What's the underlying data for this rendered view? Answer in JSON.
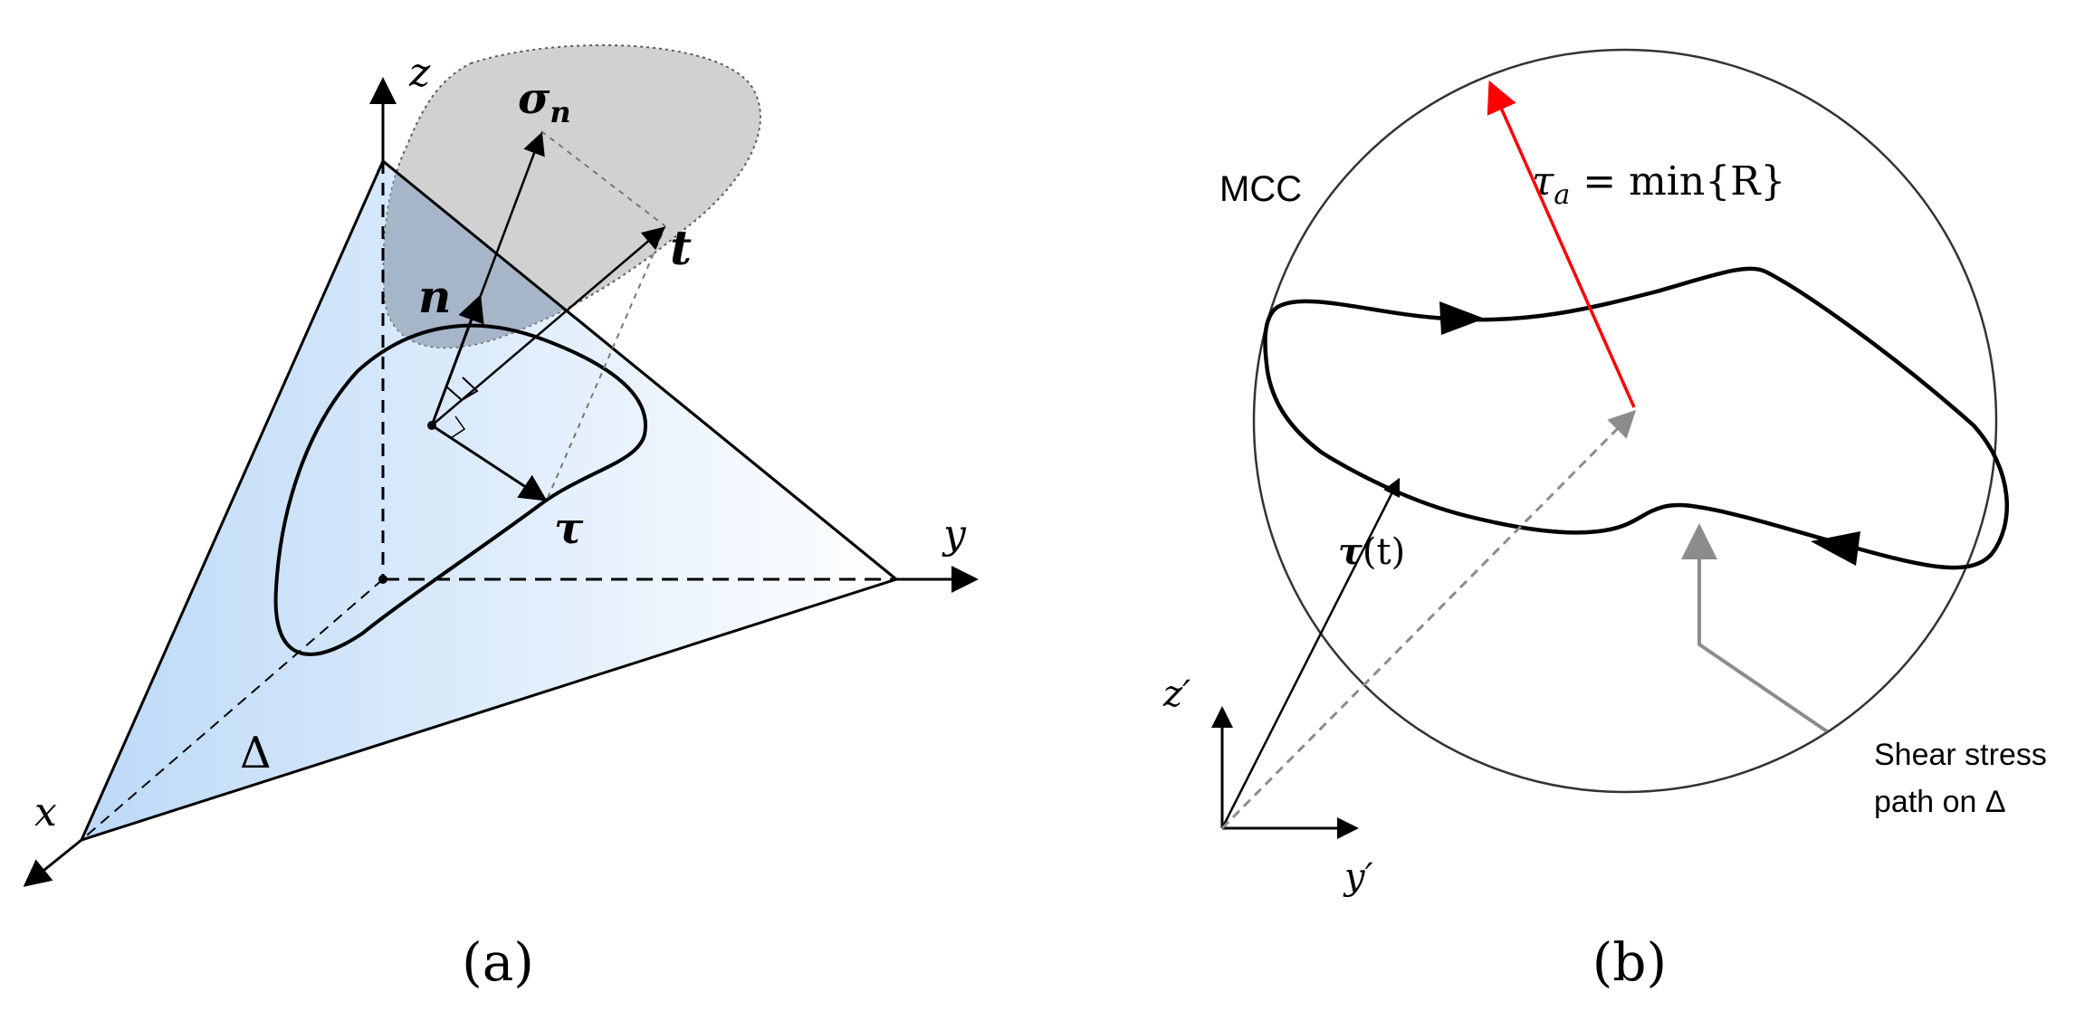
{
  "panel_a": {
    "axis_z": "z",
    "axis_y": "y",
    "axis_x": "x",
    "label_sigma": "σ",
    "label_sigma_sub": "n",
    "label_n": "n",
    "label_t": "t",
    "label_tau": "τ",
    "label_delta": "Δ",
    "caption": "(a)",
    "colors": {
      "plane_light": "#ffffff",
      "plane_dark": "#bcd9f7",
      "cloud": "#cfcfcf",
      "cloud_overlap": "#9fb0c6"
    }
  },
  "panel_b": {
    "label_mcc": "MCC",
    "label_tau_a": "τ",
    "label_tau_a_sub": "a",
    "label_tau_a_rest": " = min{R}",
    "label_tau_t": "τ",
    "label_tau_t_rest": "(t)",
    "axis_z_prime": "z′",
    "axis_y_prime": "y′",
    "annotation_line1": "Shear stress",
    "annotation_line2": "path on Δ",
    "caption": "(b)",
    "colors": {
      "radius_arrow": "#ff0000",
      "grey_line": "#8c8c8c"
    }
  }
}
